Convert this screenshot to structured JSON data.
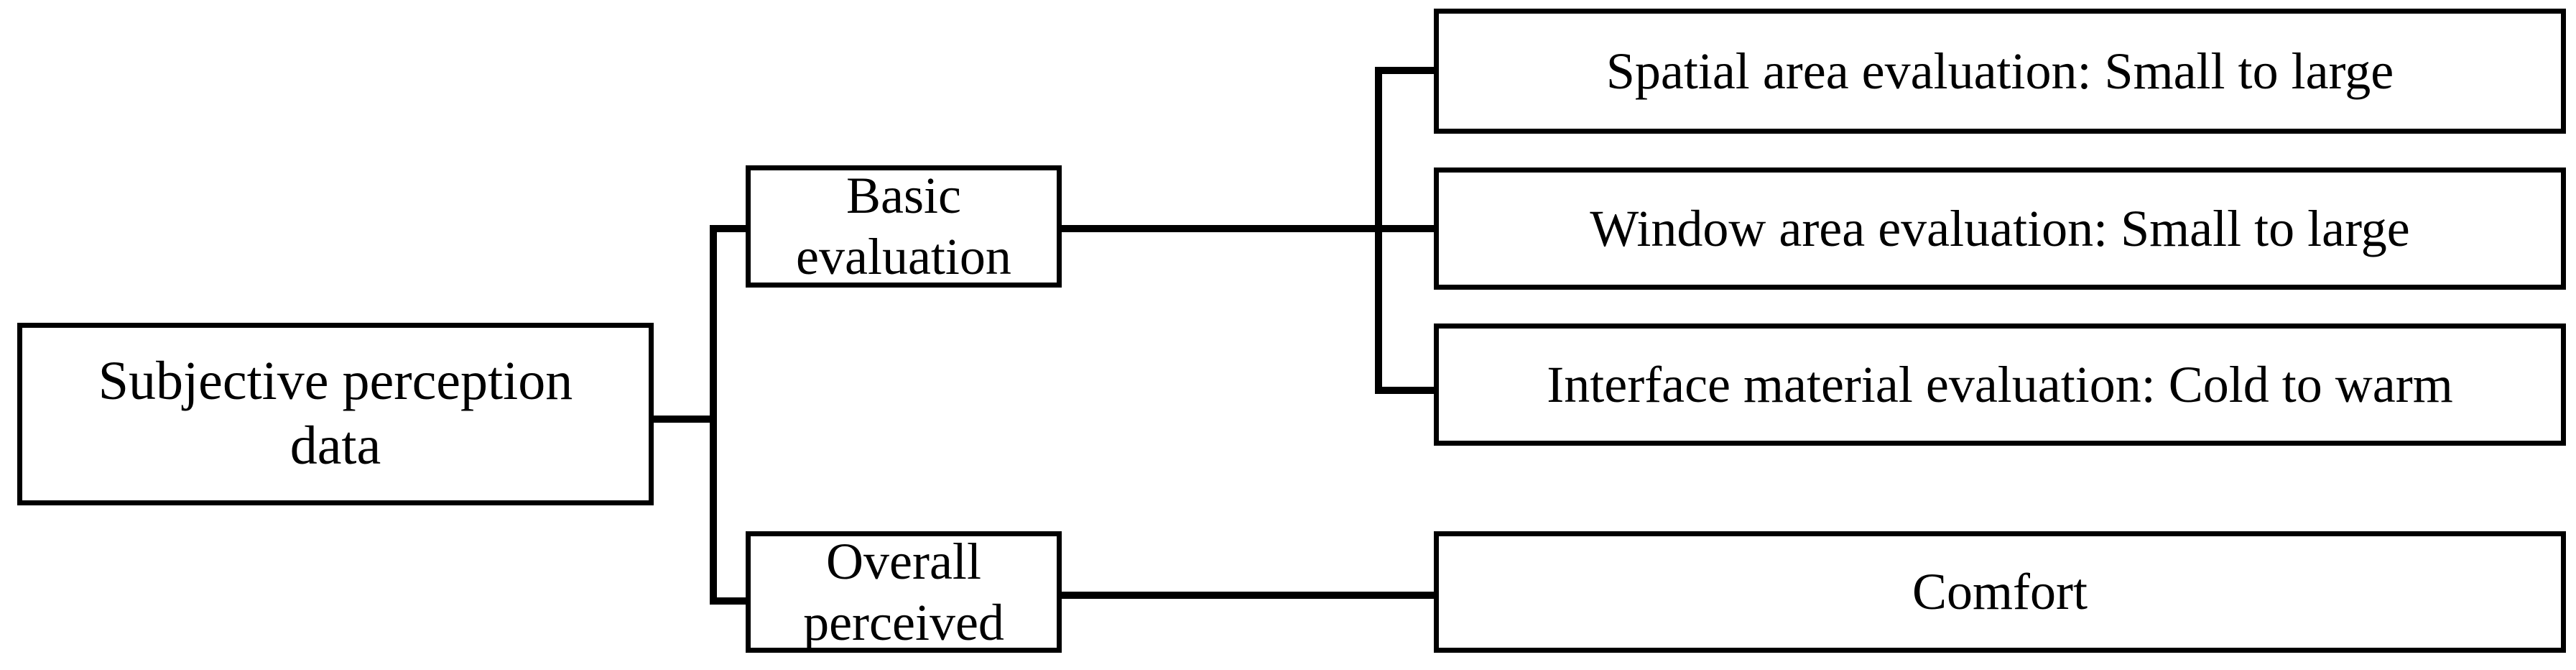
{
  "diagram": {
    "type": "hierarchy-tree",
    "orientation": "left-to-right",
    "title": "Subjective perception data classification",
    "line_color": "#000000",
    "box_border_color": "#000000",
    "box_fill_color": "#ffffff",
    "text_color": "#000000",
    "background_color": "#ffffff"
  },
  "nodes": {
    "root": {
      "id": "root",
      "label": "Subjective perception\ndata",
      "level": 1
    },
    "basic": {
      "id": "basic",
      "label": "Basic evaluation",
      "level": 2
    },
    "overall": {
      "id": "overall",
      "label": "Overall perceived",
      "level": 2
    },
    "spatial": {
      "id": "spatial",
      "label": "Spatial area evaluation: Small to large",
      "level": 3
    },
    "window": {
      "id": "window",
      "label": "Window area evaluation: Small to large",
      "level": 3
    },
    "interface": {
      "id": "interface",
      "label": "Interface material evaluation: Cold to warm",
      "level": 3
    },
    "comfort": {
      "id": "comfort",
      "label": "Comfort",
      "level": 3
    }
  },
  "edges": [
    {
      "from": "root",
      "to": "basic"
    },
    {
      "from": "root",
      "to": "overall"
    },
    {
      "from": "basic",
      "to": "spatial"
    },
    {
      "from": "basic",
      "to": "window"
    },
    {
      "from": "basic",
      "to": "interface"
    },
    {
      "from": "overall",
      "to": "comfort"
    }
  ]
}
